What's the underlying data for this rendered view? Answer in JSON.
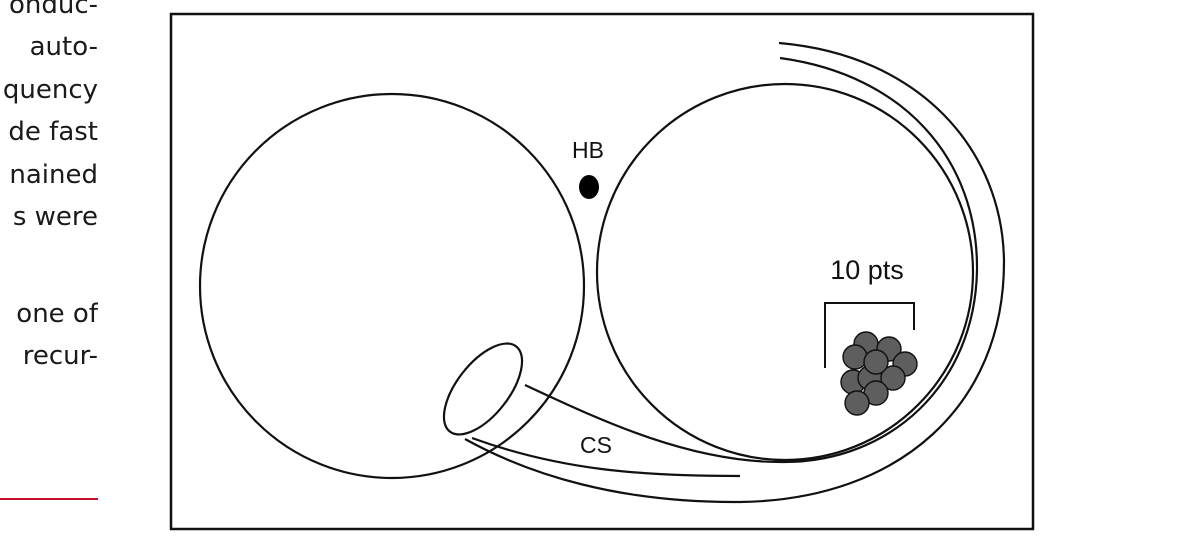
{
  "side_text": {
    "lines": [
      "onduc-",
      "auto-",
      "quency",
      "de fast",
      "nained",
      "s were",
      "one of",
      "recur-"
    ]
  },
  "diagram": {
    "labels": {
      "hb": "HB",
      "cs": "CS",
      "count": "10 pts"
    }
  },
  "colors": {
    "rule": "#c8102e",
    "stroke": "#111111",
    "dot_fill": "#5e5e5e"
  }
}
